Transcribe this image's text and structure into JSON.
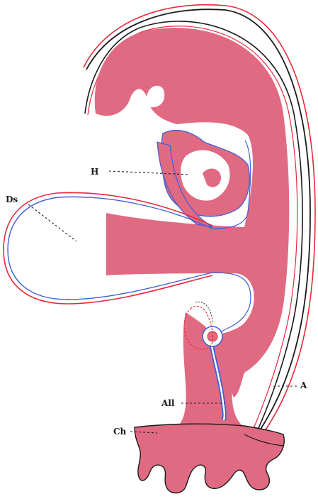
{
  "labels": {
    "ds": "Ds",
    "h": "H",
    "all": "All",
    "ch": "Ch",
    "a": "A"
  },
  "colors": {
    "tissue": "#e06a82",
    "tissue_light": "#ec93a6",
    "red_line": "#e8283c",
    "blue_line": "#3f5fd6",
    "black_line": "#1a1a1a"
  }
}
